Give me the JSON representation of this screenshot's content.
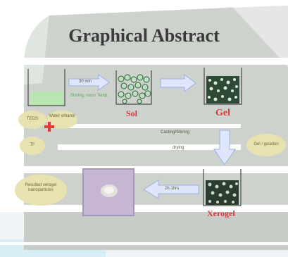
{
  "title": "Graphical Abstract",
  "steps": {
    "time_top": "30 min",
    "stir_top": "Stirring, room Temp.",
    "sol": "Sol",
    "gel": "Gel",
    "casting": "Casting/Stirring",
    "drying": "drying",
    "time_bottom": "2h 1hrs",
    "xerogel": "Xerogel"
  },
  "bubbles": {
    "teos": "TEOS",
    "water": "Water ethanol",
    "tf": "TF",
    "gelation": "Gel / gelation",
    "nanoparticles": "Resulted xerogel nanoparticles"
  },
  "colors": {
    "accent_red": "#e33a3a",
    "bubble": "#e8e2b0",
    "arrow": "#9ab0e8"
  }
}
